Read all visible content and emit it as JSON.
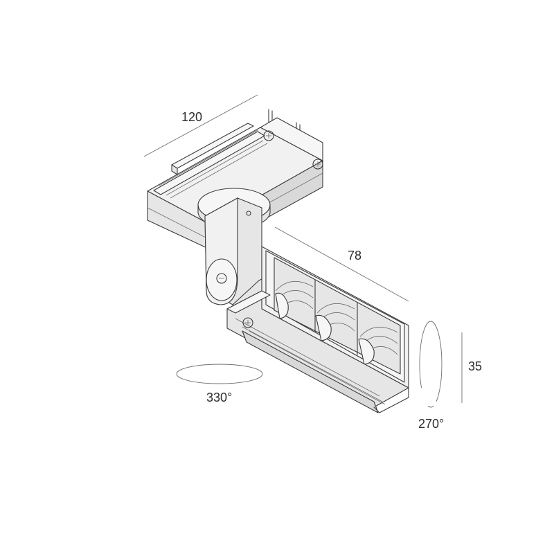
{
  "dimensions": {
    "length_housing": "120",
    "length_head": "78",
    "height_head": "35",
    "rotation_horizontal": "330°",
    "rotation_vertical": "270°"
  },
  "colors": {
    "line": "#3a3a3a",
    "fill_light": "#f1f1f1",
    "fill_mid": "#e6e6e6",
    "dimension_line": "#6e6e6e"
  }
}
